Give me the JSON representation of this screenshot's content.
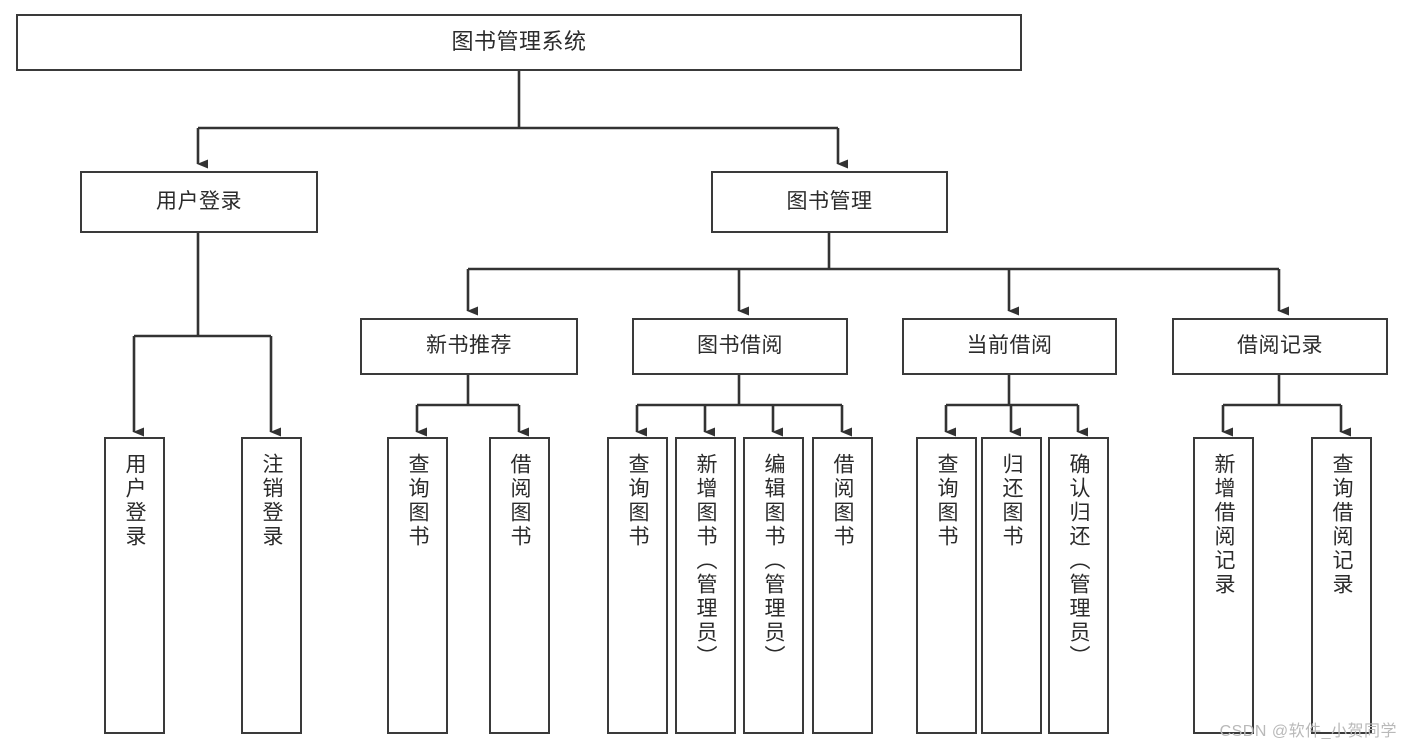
{
  "diagram": {
    "title": "图书管理系统",
    "type": "tree-hierarchy",
    "watermark": "CSDN @软件_小贺同学",
    "colors": {
      "background": "#ffffff",
      "box_border": "#3a3a3a",
      "box_fill": "#ffffff",
      "text": "#2b2b2b",
      "connector": "#333333",
      "watermark": "#b9b9b9"
    },
    "nodes": {
      "root": {
        "label": "图书管理系统",
        "level": 0
      },
      "level1": [
        {
          "label": "用户登录",
          "level": 1
        },
        {
          "label": "图书管理",
          "level": 1
        }
      ],
      "level2": [
        {
          "label": "新书推荐",
          "level": 2
        },
        {
          "label": "图书借阅",
          "level": 2
        },
        {
          "label": "当前借阅",
          "level": 2
        },
        {
          "label": "借阅记录",
          "level": 2
        }
      ],
      "leaves": {
        "user_login": [
          {
            "label": "用户登录"
          },
          {
            "label": "注销登录"
          }
        ],
        "new_book_recommend": [
          {
            "label": "查询图书"
          },
          {
            "label": "借阅图书"
          }
        ],
        "book_borrow": [
          {
            "label": "查询图书"
          },
          {
            "label": "新增图书（管理员）"
          },
          {
            "label": "编辑图书（管理员）"
          },
          {
            "label": "借阅图书"
          }
        ],
        "current_borrow": [
          {
            "label": "查询图书"
          },
          {
            "label": "归还图书"
          },
          {
            "label": "确认归还（管理员）"
          }
        ],
        "borrow_record": [
          {
            "label": "新增借阅记录"
          },
          {
            "label": "查询借阅记录"
          }
        ]
      }
    }
  }
}
